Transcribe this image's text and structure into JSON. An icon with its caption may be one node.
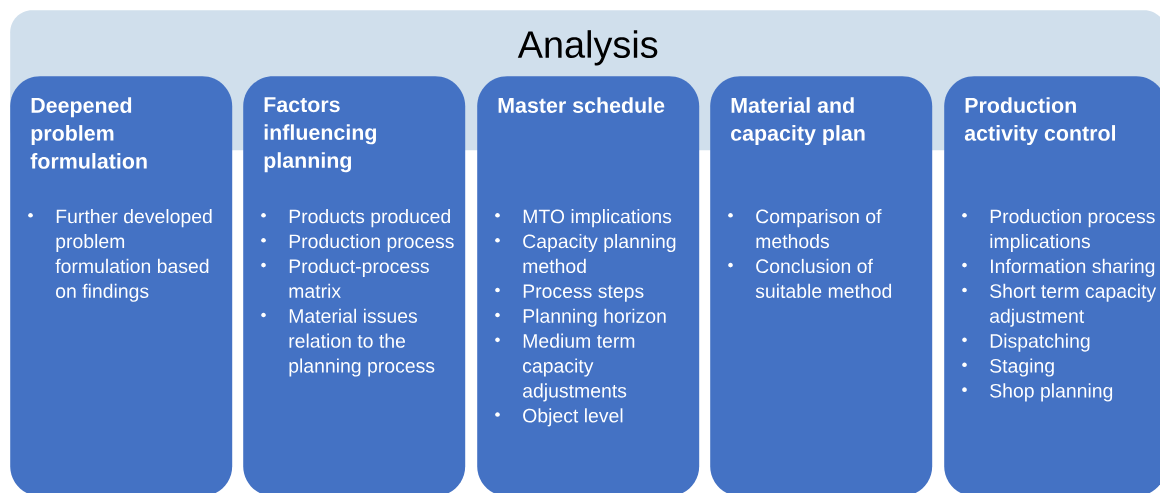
{
  "diagram": {
    "nodes": [
      {
        "text": [
          "Analysis"
        ]
      },
      {
        "text": [
          "Deepened problem formulation",
          "Further developed problem formulation based on findings"
        ]
      },
      {
        "text": [
          "Factors influencing planning",
          "Products produced",
          "Production process",
          "Product-process matrix",
          "Material issues relation to the planning process"
        ]
      },
      {
        "text": [
          "Master schedule",
          "MTO implications",
          "Capacity planning method",
          "Process steps",
          "Planning horizon",
          "Medium term capacity adjustments",
          "Object level"
        ]
      },
      {
        "text": [
          "Material and capacity plan",
          "Comparison of methods",
          "Conclusion of suitable method"
        ]
      },
      {
        "text": [
          "Production activity control",
          "Production process implications",
          "Information sharing",
          "Short term capacity adjustment",
          "Dispatching",
          "Staging",
          "Shop planning"
        ]
      }
    ]
  }
}
